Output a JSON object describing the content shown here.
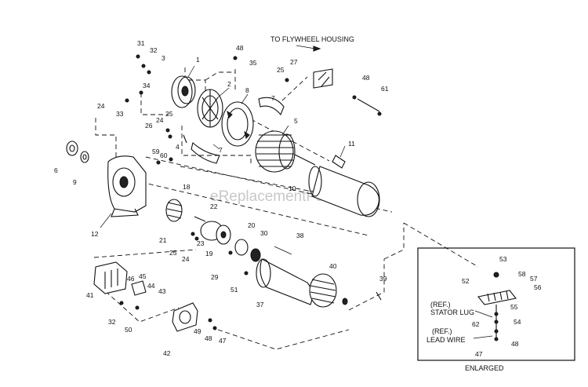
{
  "diagram": {
    "header_label": "TO FLYWHEEL HOUSING",
    "watermark": "eReplacementParts.com",
    "inset": {
      "stator_lug_ref": "(REF.)",
      "stator_lug": "STATOR LUG",
      "lead_wire_ref": "(REF.)",
      "lead_wire": "LEAD WIRE",
      "caption": "ENLARGED"
    },
    "callouts": [
      {
        "id": "c31",
        "text": "31"
      },
      {
        "id": "c32a",
        "text": "32"
      },
      {
        "id": "c3",
        "text": "3"
      },
      {
        "id": "c1",
        "text": "1"
      },
      {
        "id": "c48a",
        "text": "48"
      },
      {
        "id": "c35",
        "text": "35"
      },
      {
        "id": "c34",
        "text": "34"
      },
      {
        "id": "c33",
        "text": "33"
      },
      {
        "id": "c2",
        "text": "2"
      },
      {
        "id": "c27",
        "text": "27"
      },
      {
        "id": "c25a",
        "text": "25"
      },
      {
        "id": "c8",
        "text": "8"
      },
      {
        "id": "c7a",
        "text": "7"
      },
      {
        "id": "c48b",
        "text": "48"
      },
      {
        "id": "c61",
        "text": "61"
      },
      {
        "id": "c24a",
        "text": "24"
      },
      {
        "id": "c26",
        "text": "26"
      },
      {
        "id": "c24b",
        "text": "24"
      },
      {
        "id": "c25b",
        "text": "25"
      },
      {
        "id": "c5",
        "text": "5"
      },
      {
        "id": "c4",
        "text": "4"
      },
      {
        "id": "c7b",
        "text": "7"
      },
      {
        "id": "c11",
        "text": "11"
      },
      {
        "id": "c6",
        "text": "6"
      },
      {
        "id": "c9",
        "text": "9"
      },
      {
        "id": "c59",
        "text": "59"
      },
      {
        "id": "c60",
        "text": "60"
      },
      {
        "id": "c10",
        "text": "10"
      },
      {
        "id": "c18",
        "text": "18"
      },
      {
        "id": "c22",
        "text": "22"
      },
      {
        "id": "c12",
        "text": "12"
      },
      {
        "id": "c21",
        "text": "21"
      },
      {
        "id": "c20",
        "text": "20"
      },
      {
        "id": "c30",
        "text": "30"
      },
      {
        "id": "c38",
        "text": "38"
      },
      {
        "id": "c25c",
        "text": "25"
      },
      {
        "id": "c24c",
        "text": "24"
      },
      {
        "id": "c23",
        "text": "23"
      },
      {
        "id": "c19",
        "text": "19"
      },
      {
        "id": "c29",
        "text": "29"
      },
      {
        "id": "c53",
        "text": "53"
      },
      {
        "id": "c40",
        "text": "40"
      },
      {
        "id": "c45",
        "text": "45"
      },
      {
        "id": "c46",
        "text": "46"
      },
      {
        "id": "c41",
        "text": "41"
      },
      {
        "id": "c44",
        "text": "44"
      },
      {
        "id": "c43",
        "text": "43"
      },
      {
        "id": "c51",
        "text": "51"
      },
      {
        "id": "c37",
        "text": "37"
      },
      {
        "id": "c39",
        "text": "39"
      },
      {
        "id": "c52",
        "text": "52"
      },
      {
        "id": "c58",
        "text": "58"
      },
      {
        "id": "c57",
        "text": "57"
      },
      {
        "id": "c56",
        "text": "56"
      },
      {
        "id": "c55",
        "text": "55"
      },
      {
        "id": "c32b",
        "text": "32"
      },
      {
        "id": "c50",
        "text": "50"
      },
      {
        "id": "c62",
        "text": "62"
      },
      {
        "id": "c54",
        "text": "54"
      },
      {
        "id": "c49",
        "text": "49"
      },
      {
        "id": "c48c",
        "text": "48"
      },
      {
        "id": "c47a",
        "text": "47"
      },
      {
        "id": "c42",
        "text": "42"
      },
      {
        "id": "c48d",
        "text": "48"
      },
      {
        "id": "c47b",
        "text": "47"
      }
    ]
  }
}
